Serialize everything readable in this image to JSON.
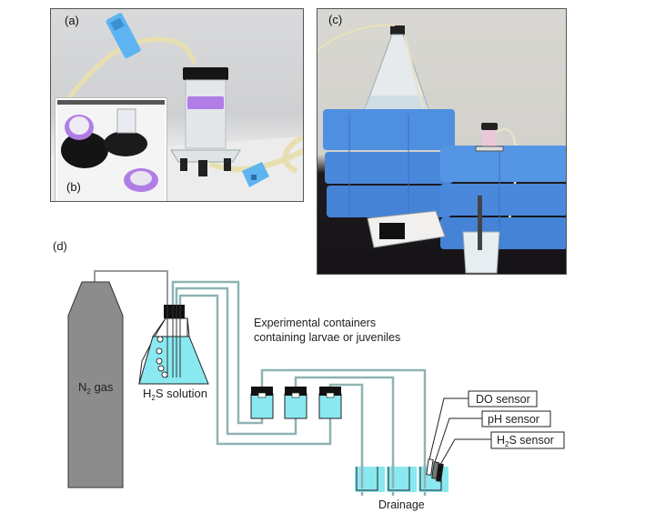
{
  "figure": {
    "panels": [
      {
        "id": "a",
        "label": "(a)",
        "kind": "photo",
        "description": "Experimental container with purple cap, black lid, acrylic stand, tubing and blue clips"
      },
      {
        "id": "b",
        "label": "(b)",
        "kind": "photo-inset",
        "description": "Disassembled container caps with mesh"
      },
      {
        "id": "c",
        "label": "(c)",
        "kind": "photo",
        "description": "Setup on blue crates with flask, container, sensor meter and beaker"
      },
      {
        "id": "d",
        "label": "(d)",
        "kind": "schematic"
      }
    ],
    "schematic": {
      "gas_cylinder_label_main": "N",
      "gas_cylinder_label_sub": "2",
      "gas_cylinder_label_rest": " gas",
      "flask_label_main": "H",
      "flask_label_sub": "2",
      "flask_label_rest": "S solution",
      "containers_label_line1": "Experimental containers",
      "containers_label_line2": "containing larvae or juveniles",
      "container_count": 3,
      "drainage_label": "Drainage",
      "sensors": [
        {
          "label_main": "DO sensor",
          "label_sub": "",
          "label_rest": ""
        },
        {
          "label_main": "pH sensor",
          "label_sub": "",
          "label_rest": ""
        },
        {
          "label_main": "H",
          "label_sub": "2",
          "label_rest": "S sensor"
        }
      ]
    },
    "colors": {
      "water": "#8ae8f0",
      "tube": "#8fb3b3",
      "gas_line": "#9a9a9a",
      "cylinder": "#8c8c8c",
      "cap": "#111111",
      "crate_blue": "#4f8fe0",
      "purple_cap": "#b07de6",
      "clip_blue": "#5eb4f0"
    }
  }
}
